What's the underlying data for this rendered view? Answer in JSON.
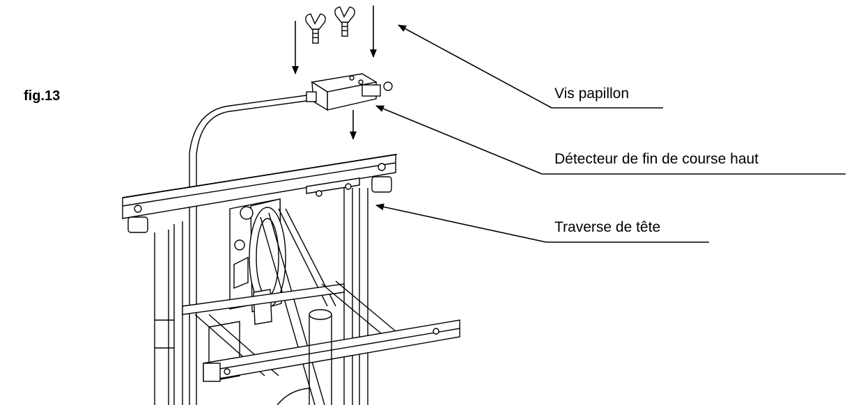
{
  "figure": {
    "label": "fig.13",
    "callouts": [
      {
        "id": "wing-screw",
        "text": "Vis papillon"
      },
      {
        "id": "upper-limit-detector",
        "text": "Détecteur de fin de course haut"
      },
      {
        "id": "head-crossbar",
        "text": "Traverse de tête"
      }
    ]
  }
}
